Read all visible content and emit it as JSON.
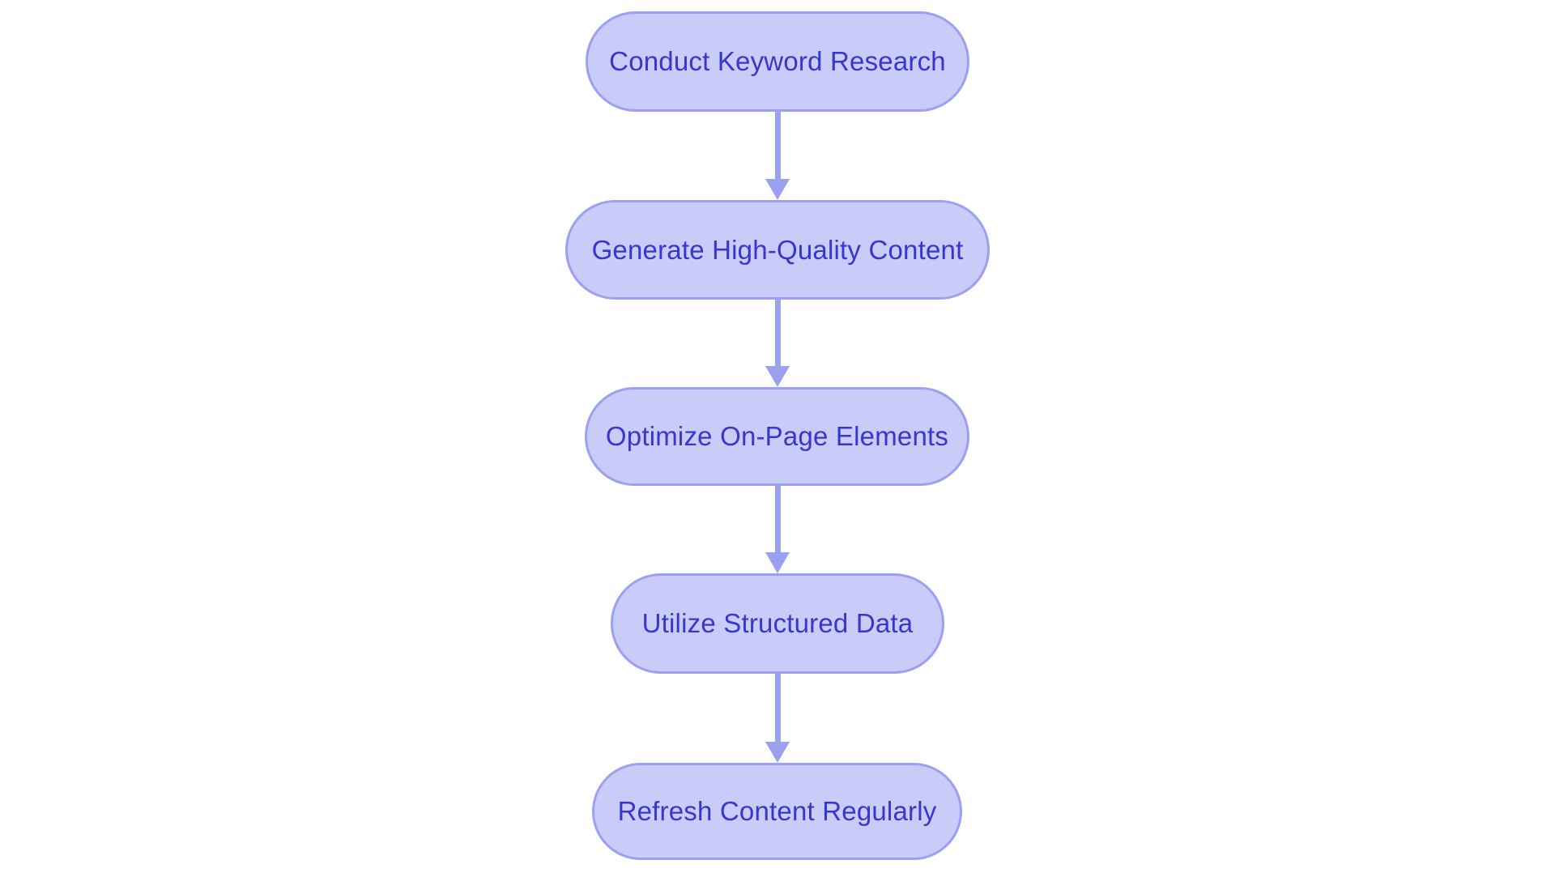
{
  "diagram": {
    "type": "flowchart",
    "direction": "top-down",
    "nodes": [
      {
        "id": 1,
        "label": "Conduct Keyword Research"
      },
      {
        "id": 2,
        "label": "Generate High-Quality Content"
      },
      {
        "id": 3,
        "label": "Optimize On-Page Elements"
      },
      {
        "id": 4,
        "label": "Utilize Structured Data"
      },
      {
        "id": 5,
        "label": "Refresh Content Regularly"
      }
    ],
    "edges": [
      {
        "from": 1,
        "to": 2
      },
      {
        "from": 2,
        "to": 3
      },
      {
        "from": 3,
        "to": 4
      },
      {
        "from": 4,
        "to": 5
      }
    ]
  },
  "colors": {
    "node-fill": "#c9cbf9",
    "node-border": "#9ba1f1",
    "node-text": "#3737cd",
    "arrow": "#9aa1f1",
    "bg": "#ffffff"
  }
}
